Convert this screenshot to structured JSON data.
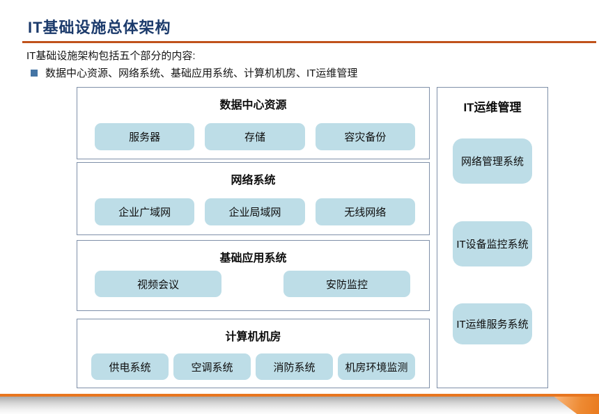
{
  "page": {
    "title": "IT基础设施总体架构",
    "intro": "IT基础设施架构包括五个部分的内容:",
    "bullet_text": "数据中心资源、网络系统、基础应用系统、计算机机房、IT运维管理"
  },
  "colors": {
    "title_navy": "#1B3A6B",
    "divider_orange": "#C0521B",
    "bullet_blue": "#4474A4",
    "chip_fill": "#BDDDE7",
    "panel_border": "#7E8FA8",
    "footer_orange": "#E8761F"
  },
  "diagram": {
    "sections": [
      {
        "title": "数据中心资源",
        "items": [
          "服务器",
          "存储",
          "容灾备份"
        ]
      },
      {
        "title": "网络系统",
        "items": [
          "企业广域网",
          "企业局域网",
          "无线网络"
        ]
      },
      {
        "title": "基础应用系统",
        "items": [
          "视频会议",
          "安防监控"
        ]
      },
      {
        "title": "计算机机房",
        "items": [
          "供电系统",
          "空调系统",
          "消防系统",
          "机房环境监测"
        ]
      }
    ],
    "side_panel": {
      "title": "IT运维管理",
      "items": [
        "网络管理系统",
        "IT设备监控系统",
        "IT运维服务系统"
      ]
    }
  }
}
